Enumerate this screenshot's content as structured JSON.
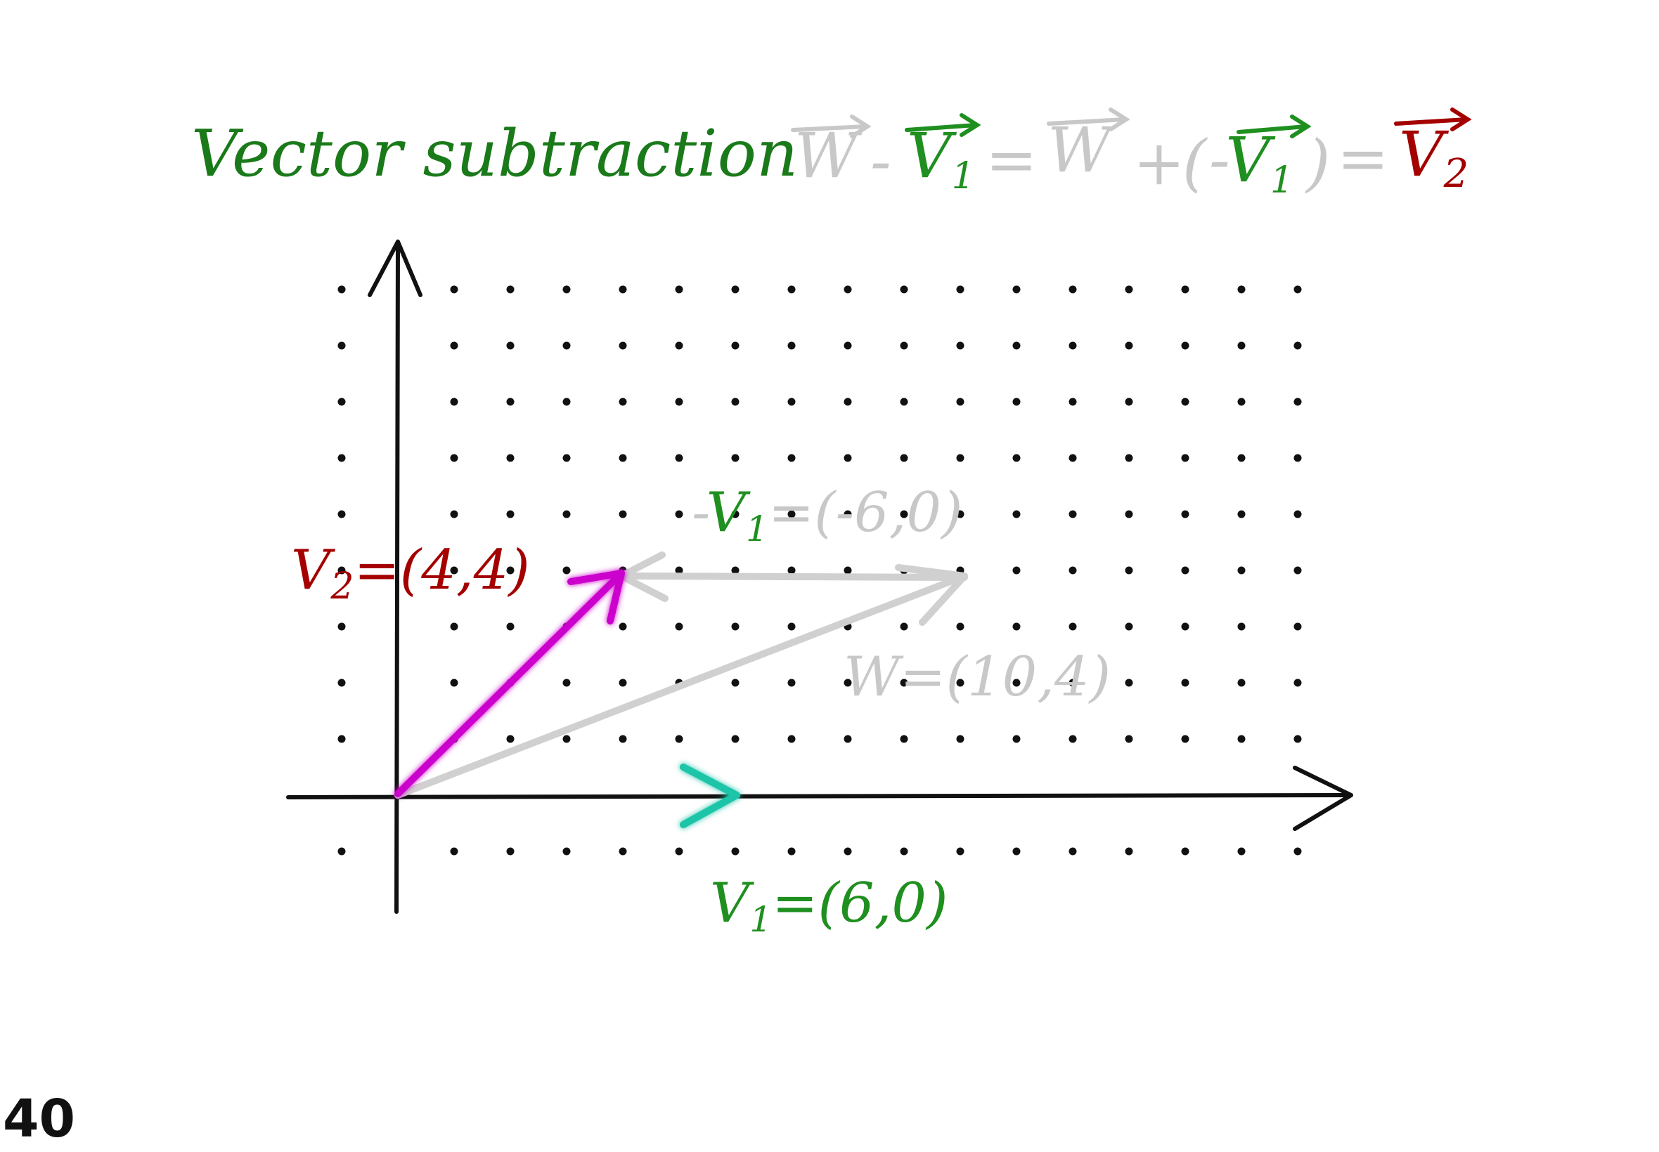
{
  "title": "Vector subtraction",
  "equation": {
    "w": "W",
    "minus": "-",
    "v1": "V",
    "v1_sub": "1",
    "equals": "=",
    "plus": "+",
    "open_paren": "(",
    "neg_v1": "-V",
    "close_paren": ")",
    "v2": "V",
    "v2_sub": "2"
  },
  "labels": {
    "v2": {
      "main": "V",
      "sub": "2",
      "rest": "=(4,4)"
    },
    "neg_v1": {
      "neg": "-",
      "main": "V",
      "sub": "1",
      "rest": "=(-6,0)"
    },
    "w": {
      "text": "W=(10,4)"
    },
    "v1": {
      "main": "V",
      "sub": "1",
      "rest": "=(6,0)"
    }
  },
  "page_number": "40",
  "colors": {
    "title": "#1a7a1a",
    "green": "#1f8f1f",
    "red": "#a40000",
    "gray": "#c8c8c8",
    "magenta": "#cc00cc",
    "teal": "#1fc4a8",
    "axis": "#111111",
    "dot": "#111111"
  },
  "vectors": [
    {
      "name": "v2",
      "from": [
        0,
        0
      ],
      "to": [
        4,
        4
      ]
    },
    {
      "name": "w",
      "from": [
        0,
        0
      ],
      "to": [
        10,
        4
      ]
    },
    {
      "name": "neg_v1",
      "from": [
        10,
        4
      ],
      "to": [
        4,
        4
      ]
    },
    {
      "name": "v1",
      "from": [
        0,
        0
      ],
      "to": [
        6,
        0
      ]
    }
  ],
  "grid": {
    "x_range": [
      -1,
      16
    ],
    "y_range": [
      -1,
      9
    ]
  }
}
